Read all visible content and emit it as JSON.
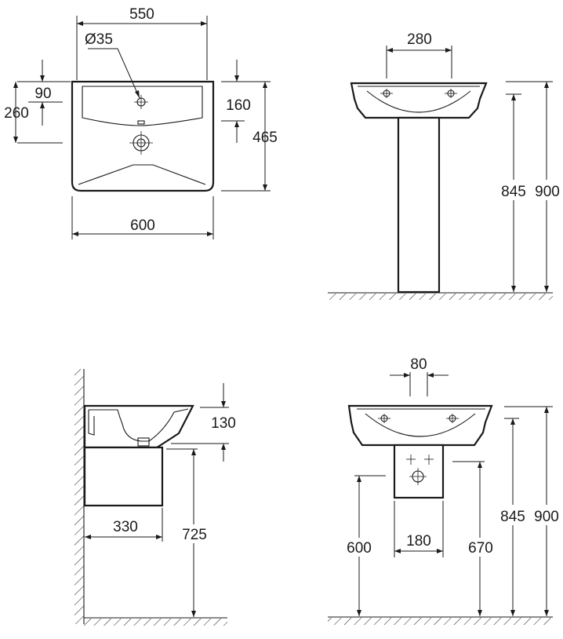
{
  "top_view": {
    "width_inner": "550",
    "hole_diameter": "Ø35",
    "dim_90": "90",
    "dim_260": "260",
    "dim_160": "160",
    "dim_465": "465",
    "width_overall": "600"
  },
  "pedestal_front": {
    "tap_spacing": "280",
    "height_845": "845",
    "height_900": "900"
  },
  "semi_pedestal_side": {
    "dim_130": "130",
    "depth_330": "330",
    "height_725": "725"
  },
  "semi_pedestal_front": {
    "spacing_80": "80",
    "width_180": "180",
    "height_600": "600",
    "height_670": "670",
    "height_845": "845",
    "height_900": "900"
  }
}
